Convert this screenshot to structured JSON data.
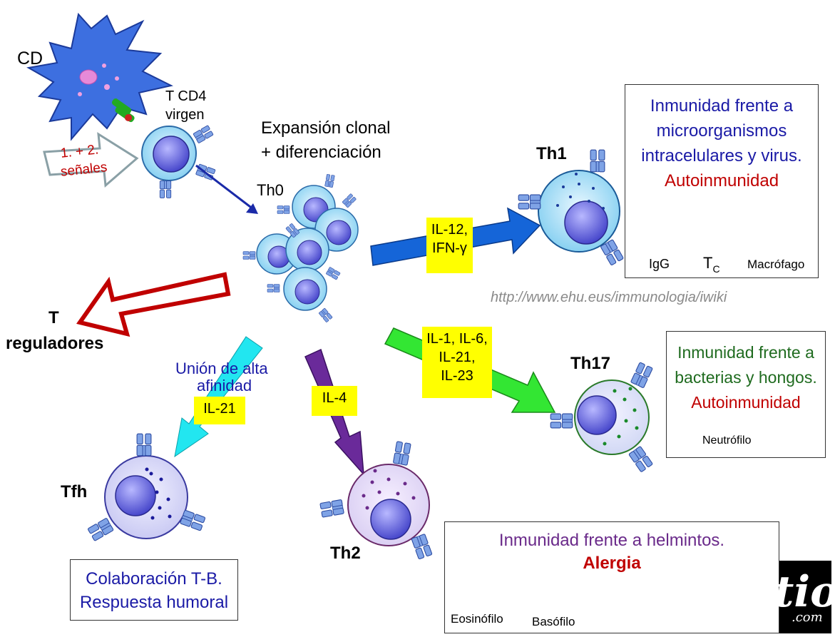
{
  "labels": {
    "cd": "CD",
    "t_cd4": "T CD4",
    "virgen": "virgen",
    "signals_1": "1. + 2.",
    "signals_2": "señales",
    "expansion_1": "Expansión clonal",
    "expansion_2": "+ diferenciación",
    "th0": "Th0",
    "th1": "Th1",
    "th17": "Th17",
    "th2": "Th2",
    "tfh": "Tfh",
    "t_reg_1": "T",
    "t_reg_2": "reguladores",
    "union_1": "Unión de alta",
    "union_2": "afinidad",
    "url": "http://www.ehu.eus/immunologia/iwiki"
  },
  "cytokines": {
    "th1_1": "IL-12,",
    "th1_2": "IFN-γ",
    "th17_1": "IL-1, IL-6,",
    "th17_2": "IL-21,",
    "th17_3": "IL-23",
    "th2": "IL-4",
    "tfh": "IL-21"
  },
  "boxes": {
    "th1": {
      "line1": "Inmunidad frente a",
      "line2": "microorganismos",
      "line3": "intracelulares y virus.",
      "line4": "Autoinmunidad",
      "items": [
        "IgG",
        "T",
        "C",
        "Macrófago"
      ]
    },
    "th17": {
      "line1": "Inmunidad frente a",
      "line2": "bacterias y hongos.",
      "line3": "Autoinmunidad",
      "item": "Neutrófilo"
    },
    "th2": {
      "line1": "Inmunidad frente a helmintos.",
      "line2": "Alergia",
      "items": [
        "Eosinófilo",
        "Basófilo"
      ]
    },
    "tfh": {
      "line1": "Colaboración T-B.",
      "line2": "Respuesta humoral"
    }
  },
  "logo": {
    "name": "BioSitio",
    "suffix": ".com"
  },
  "colors": {
    "arrow_th1": "#1565d8",
    "arrow_th17": "#33e633",
    "arrow_th2": "#6a2a9a",
    "arrow_tfh": "#22e6f0",
    "arrow_treg": "#c00000",
    "cell_fill": "#bde6f8",
    "nucleus": "#5a5ad8"
  }
}
